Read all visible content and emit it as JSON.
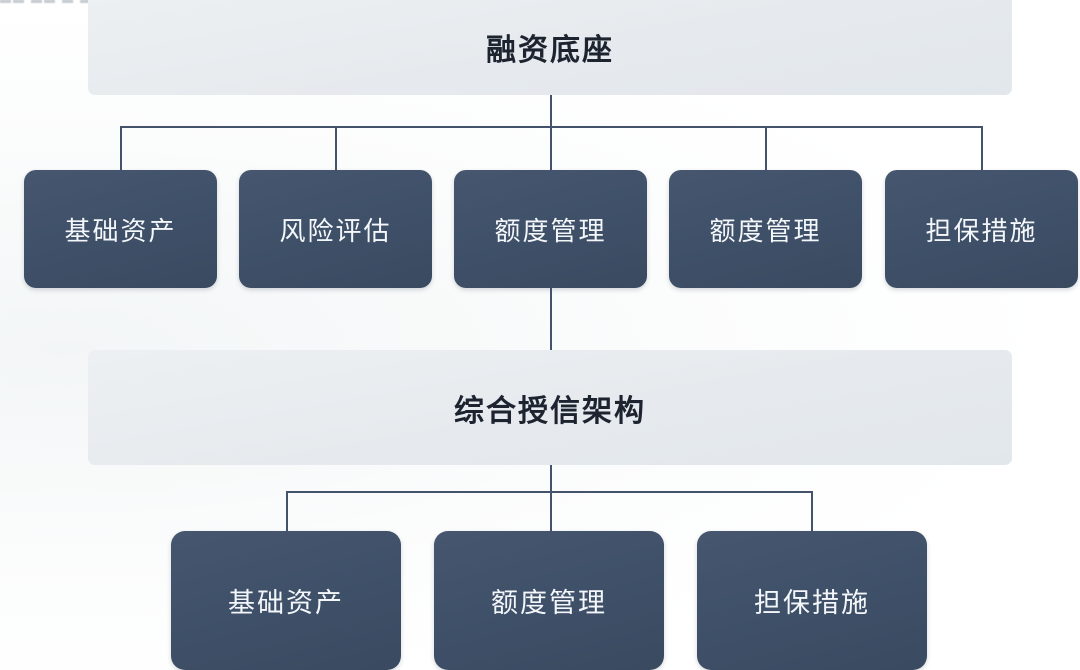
{
  "page": {
    "background_color": "#ffffff",
    "top_cropped_text": "▬▬ ▬▬  ▬  ▬▬     ▬▬  ▬   ▬  ▬"
  },
  "colors": {
    "node_fill": "#3f5069",
    "node_text": "#f4f7fa",
    "band_fill": "#e8ebee",
    "band_text": "#1d2430",
    "connector_line": "#44536c"
  },
  "diagram": {
    "type": "org-tree",
    "sections": [
      {
        "id": "financing-base",
        "header": {
          "label": "融资底座"
        },
        "children": [
          {
            "id": "r1-c1",
            "label": "基础资产"
          },
          {
            "id": "r1-c2",
            "label": "风险评估"
          },
          {
            "id": "r1-c3",
            "label": "额度管理"
          },
          {
            "id": "r1-c4",
            "label": "额度管理"
          },
          {
            "id": "r1-c5",
            "label": "担保措施"
          }
        ]
      },
      {
        "id": "comprehensive-credit",
        "header": {
          "label": "综合授信架构"
        },
        "children": [
          {
            "id": "r2-c1",
            "label": "基础资产"
          },
          {
            "id": "r2-c2",
            "label": "额度管理"
          },
          {
            "id": "r2-c3",
            "label": "担保措施"
          }
        ]
      }
    ]
  }
}
